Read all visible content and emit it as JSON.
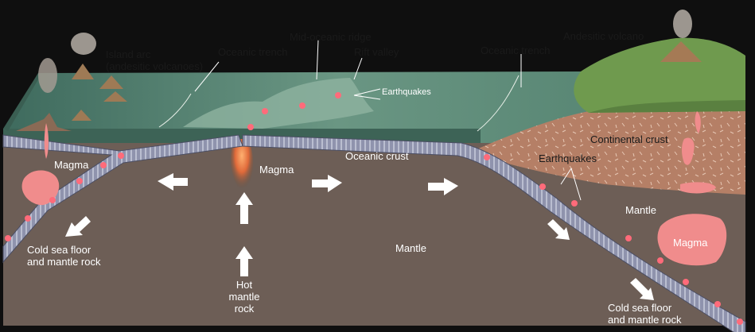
{
  "labels": {
    "island_arc": "Island arc\n(andesitic volcanoes)",
    "oceanic_trench_left": "Oceanic trench",
    "mid_oceanic_ridge": "Mid-oceanic ridge",
    "rift_valley": "Rift valley",
    "oceanic_trench_right": "Oceanic trench",
    "andesitic_volcano": "Andesitic volcano",
    "earthquakes_ridge": "Earthquakes",
    "magma_left": "Magma",
    "magma_center": "Magma",
    "oceanic_crust": "Oceanic crust",
    "continental_crust": "Continental crust",
    "earthquakes_right": "Earthquakes",
    "mantle_right": "Mantle",
    "magma_right": "Magma",
    "mantle_center": "Mantle",
    "cold_sea_floor_left": "Cold sea floor\nand mantle rock",
    "hot_mantle_rock": "Hot\nmantle\nrock",
    "cold_sea_floor_right": "Cold sea floor\nand mantle rock"
  },
  "colors": {
    "background": "#0f0f0f",
    "ocean_surface": "#5d8a78",
    "ocean_dark": "#3f6b5c",
    "mantle": "#6e5f57",
    "continental_crust": "#b8826a",
    "land_green": "#6f9a4e",
    "slab": "#8a8ea8",
    "magma": "#f08c8c",
    "star": "#ff6b7a"
  }
}
